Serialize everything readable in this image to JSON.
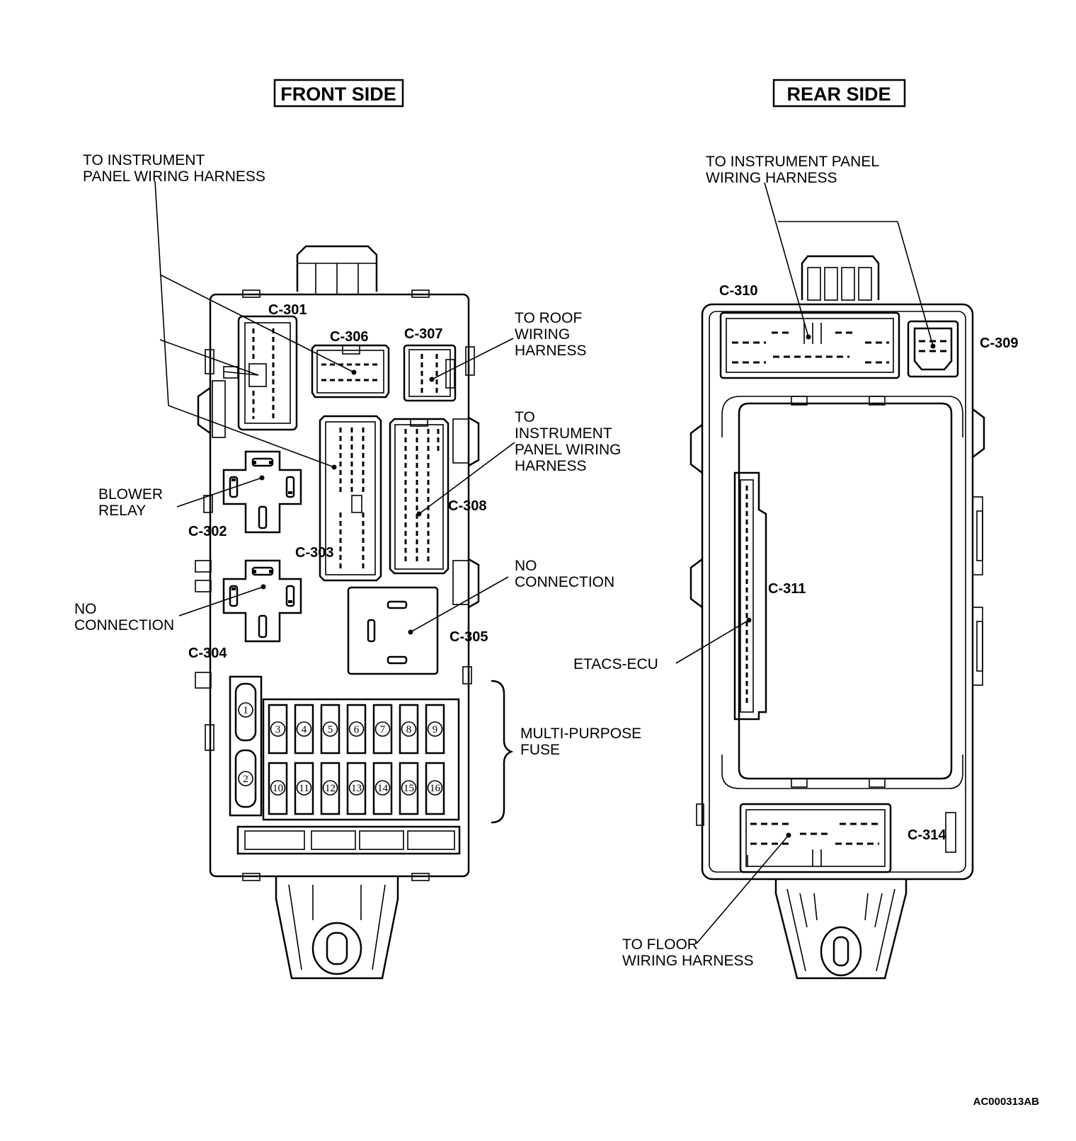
{
  "titles": {
    "front": "FRONT SIDE",
    "rear": "REAR SIDE"
  },
  "front_labels": {
    "ip_harness_top_1": "TO INSTRUMENT",
    "ip_harness_top_2": "PANEL WIRING HARNESS",
    "roof_1": "TO ROOF",
    "roof_2": "WIRING",
    "roof_3": "HARNESS",
    "ip_right_1": "TO",
    "ip_right_2": "INSTRUMENT",
    "ip_right_3": "PANEL WIRING",
    "ip_right_4": "HARNESS",
    "blower_1": "BLOWER",
    "blower_2": "RELAY",
    "nc_right_1": "NO",
    "nc_right_2": "CONNECTION",
    "nc_left_1": "NO",
    "nc_left_2": "CONNECTION",
    "fuse_1": "MULTI-PURPOSE",
    "fuse_2": "FUSE"
  },
  "front_connectors": {
    "c301": "C-301",
    "c306": "C-306",
    "c307": "C-307",
    "c308": "C-308",
    "c302": "C-302",
    "c303": "C-303",
    "c305": "C-305",
    "c304": "C-304"
  },
  "fuses": {
    "large": [
      "1",
      "2"
    ],
    "top_row": [
      "3",
      "4",
      "5",
      "6",
      "7",
      "8",
      "9"
    ],
    "bottom_row": [
      "10",
      "11",
      "12",
      "13",
      "14",
      "15",
      "16"
    ]
  },
  "rear_labels": {
    "ip_1": "TO INSTRUMENT PANEL",
    "ip_2": "WIRING HARNESS",
    "etacs": "ETACS-ECU",
    "floor_1": "TO FLOOR",
    "floor_2": "WIRING HARNESS"
  },
  "rear_connectors": {
    "c310": "C-310",
    "c309": "C-309",
    "c311": "C-311",
    "c314": "C-314"
  },
  "figure_ref": "AC000313AB"
}
